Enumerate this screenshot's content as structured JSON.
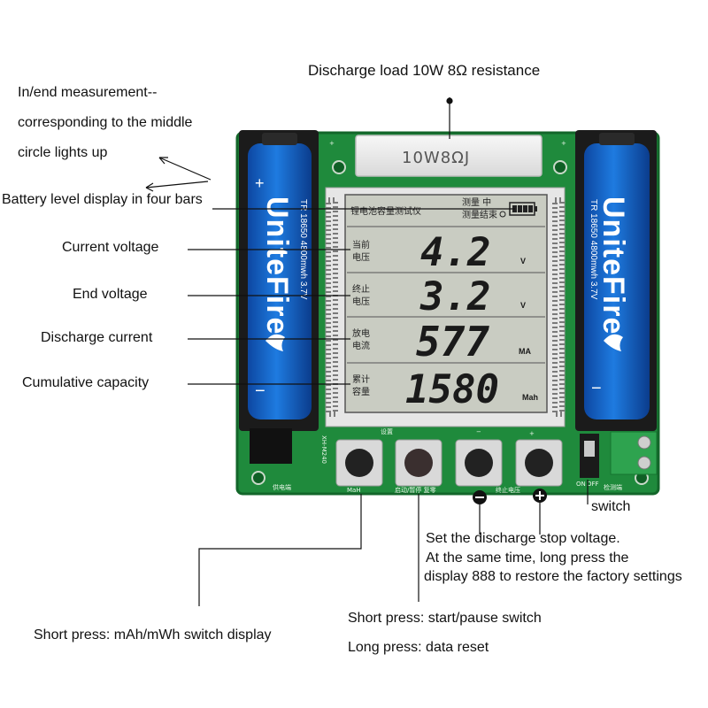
{
  "annotations": {
    "discharge_load": "Discharge load 10W 8Ω resistance",
    "in_end_line1": "In/end measurement--",
    "in_end_line2": "corresponding to the middle",
    "in_end_line3": "circle lights up",
    "battery_level": "Battery level display in four bars",
    "current_voltage": "Current voltage",
    "end_voltage": "End voltage",
    "discharge_current": "Discharge current",
    "cumulative_capacity": "Cumulative capacity",
    "switch": "switch",
    "set_stop_line1": "Set the discharge stop voltage.",
    "set_stop_line2": "At the same time, long press the",
    "set_stop_line3": "display 888 to restore the factory settings",
    "start_pause": "Short press: start/pause switch",
    "data_reset": "Long press: data reset",
    "mah_switch": "Short press: mAh/mWh switch display"
  },
  "resistor": {
    "label": "10W8ΩJ"
  },
  "battery": {
    "brand": "UniteFire",
    "spec": "TR 18650 4800mwh 3.7V",
    "plus": "+",
    "minus": "−"
  },
  "lcd": {
    "title": "锂电池容量测试仪",
    "status_top": "测量 中",
    "status_bottom": "测量结束",
    "rows": [
      {
        "label1": "当前",
        "label2": "电压",
        "value": "4.2",
        "unit": "V"
      },
      {
        "label1": "终止",
        "label2": "电压",
        "value": "3.2",
        "unit": "V"
      },
      {
        "label1": "放电",
        "label2": "电流",
        "value": "577",
        "unit": "MA"
      },
      {
        "label1": "累计",
        "label2": "容量",
        "value": "1580",
        "unit": "Mah"
      }
    ]
  },
  "pcb": {
    "set_label": "设置",
    "minus": "−",
    "plus": "+",
    "power_label": "供电端",
    "test_label": "检测端",
    "on_label": "ON",
    "off_label": "OFF",
    "button1_label": "MaH",
    "button2_label": "启动/暂停 复零",
    "button3_label": "终止电压",
    "model": "XH-M240"
  },
  "colors": {
    "pcb": "#1f8a3c",
    "battery_blue": "#1565c0",
    "lcd": "#c9ccc2",
    "resistor": "#e9e9e9"
  }
}
